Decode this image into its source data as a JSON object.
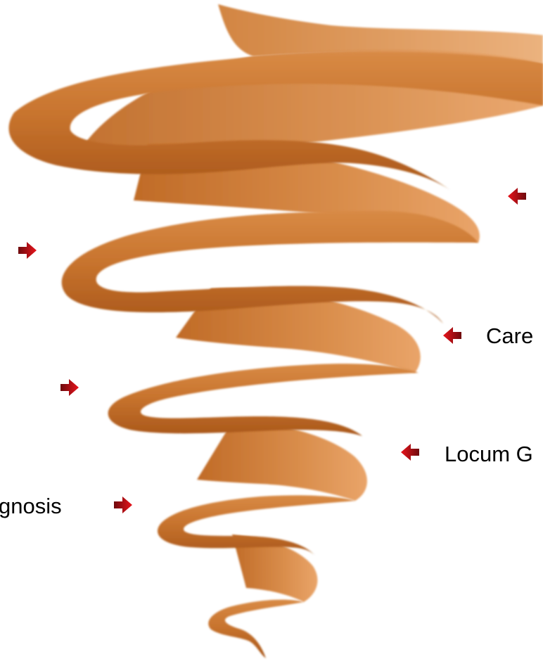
{
  "diagram": {
    "labels": {
      "care": "Care",
      "locum": "Locum G",
      "diagnosis": "gnosis"
    },
    "colors": {
      "spiral_dark": "#b5621c",
      "spiral_mid": "#cf7f3a",
      "spiral_light": "#e9a469",
      "arrow_red": "#e0141b",
      "arrow_dark": "#7a0c10",
      "text": "#000000"
    },
    "arrows": {
      "left_side_count": 3,
      "right_side_count": 3
    }
  }
}
